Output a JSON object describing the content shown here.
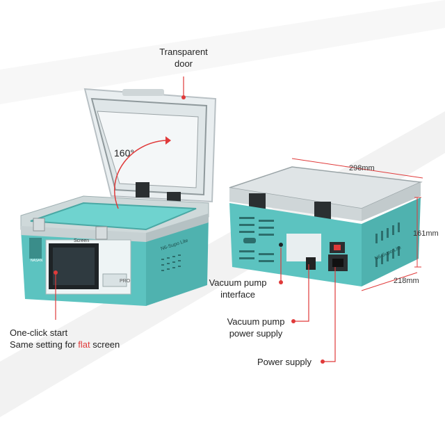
{
  "labels": {
    "door_line1": "Transparent",
    "door_line2": "door",
    "angle": "160°",
    "oneclick_line1": "One-click start",
    "oneclick_line2_pre": "Same setting for ",
    "oneclick_line2_hl": "flat",
    "oneclick_line2_post": " screen",
    "vac_interface_line1": "Vacuum pump",
    "vac_interface_line2": "interface",
    "vac_power_line1": "Vacuum pump",
    "vac_power_line2": "power supply",
    "power_supply": "Power supply"
  },
  "dimensions": {
    "width": "298mm",
    "height": "161mm",
    "depth": "218mm"
  },
  "device": {
    "screen_label": "Screen",
    "model_front": "N6-Supo Lite",
    "model_back": "N6-Supo Lite",
    "badge": "PRO",
    "brand": "NASAN"
  },
  "colors": {
    "body_teal": "#5cc3c0",
    "accent_red": "#e03a3a"
  }
}
